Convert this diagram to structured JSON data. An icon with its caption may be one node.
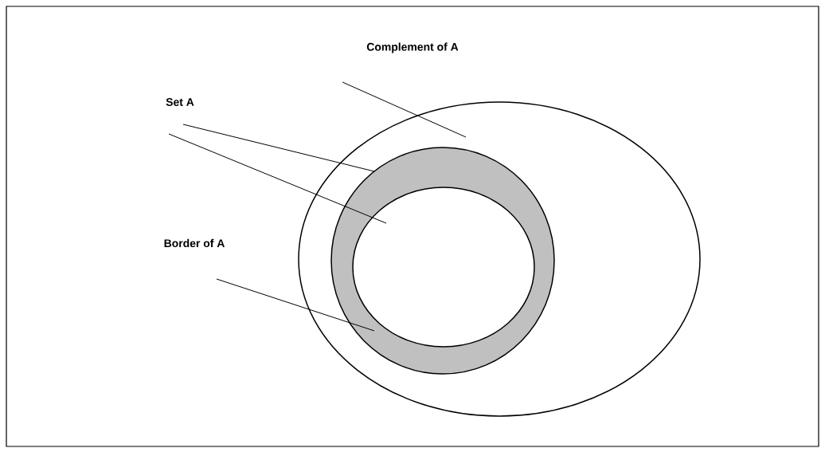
{
  "diagram": {
    "nodes": [
      {
        "text": [
          "Complement of A"
        ]
      },
      {
        "text": [
          "Set A"
        ]
      },
      {
        "text": [
          "Border of A"
        ]
      },
      {
        "text": [],
        "shape": "circle"
      },
      {
        "text": [],
        "shape": "circle",
        "in": 3
      },
      {
        "text": [],
        "shape": "circle",
        "in": 4
      }
    ],
    "edges": [
      {
        "from": 0,
        "to": 3,
        "arrow": "none"
      },
      {
        "from": 1,
        "to": 4,
        "arrow": "none"
      },
      {
        "from": 1,
        "to": 5,
        "arrow": "none"
      },
      {
        "from": 2,
        "to": 4,
        "arrow": "none"
      }
    ]
  }
}
